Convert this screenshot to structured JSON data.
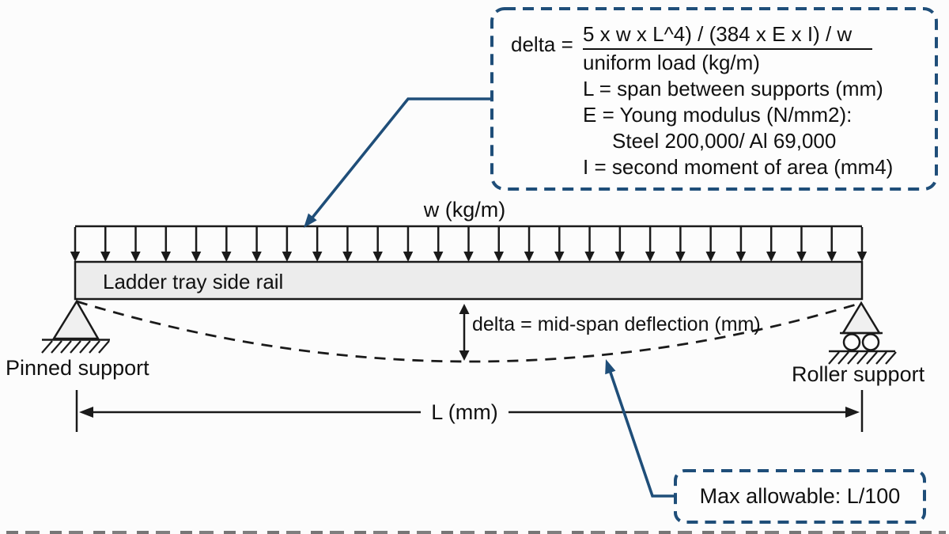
{
  "formula_box": {
    "lhs": "delta =",
    "numerator": "5 x w x L^4) / (384 x E x I) / w",
    "lines": [
      "uniform load (kg/m)",
      "L = span between supports (mm)",
      "E = Young modulus (N/mm2):",
      "Steel 200,000/ Al 69,000",
      "I = second moment of area (mm4)"
    ]
  },
  "diagram": {
    "load_label": "w (kg/m)",
    "beam_label": "Ladder tray side rail",
    "pinned_support_label": "Pinned support",
    "roller_support_label": "Roller support",
    "deflection_label": "delta = mid-span deflection (mm)",
    "span_label": "L (mm)"
  },
  "callout": {
    "max_allowable": "Max allowable: L/100"
  },
  "colors": {
    "accent_navy": "#1F4E79",
    "beam_fill": "#ECECEC",
    "line_black": "#1A1A1A"
  }
}
